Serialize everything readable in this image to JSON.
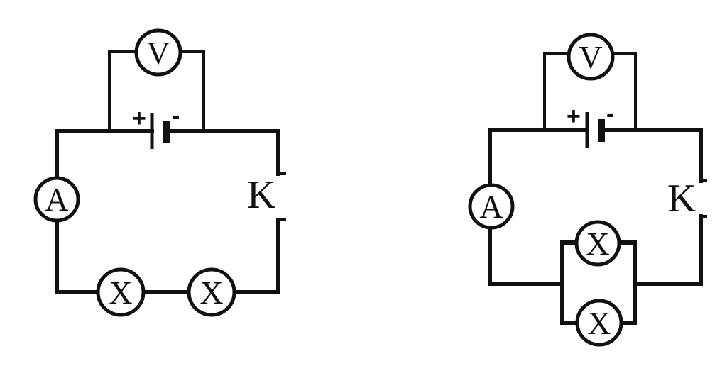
{
  "circuits": [
    {
      "arrangement": "series",
      "voltmeter_label": "V",
      "ammeter_label": "A",
      "switch_label": "K",
      "battery_plus": "+",
      "battery_minus": "-",
      "lamps": [
        "X",
        "X"
      ]
    },
    {
      "arrangement": "parallel",
      "voltmeter_label": "V",
      "ammeter_label": "A",
      "switch_label": "K",
      "battery_plus": "+",
      "battery_minus": "-",
      "lamps": [
        "X",
        "X"
      ]
    }
  ]
}
